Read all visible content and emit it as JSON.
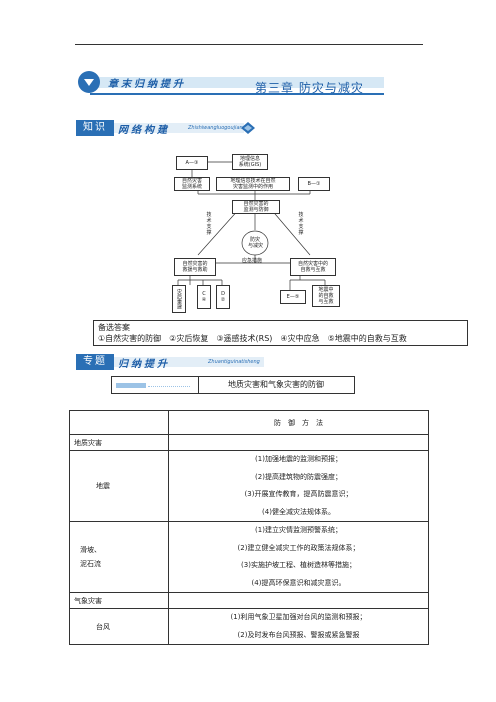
{
  "header": {
    "banner_label": "章末归纳提升",
    "chapter_title": "第三章  防灾与减灾"
  },
  "section1": {
    "label": "知识",
    "title": "网络构建",
    "subtitle": "Zhishiwangluogoujian"
  },
  "section2": {
    "label": "专题",
    "title": "归纳提升",
    "subtitle": "Zhuantiguinatisheng"
  },
  "diagram": {
    "a_box": "A—③",
    "gis_box": "地理信息\n系统(GIS)",
    "monitor_sys": "自然灾害\n监测系统",
    "geo_tech": "地理信息技术在自然\n灾害监测中的作用",
    "b_box": "B—①",
    "center_top": "自然灾害的\n监测与防御",
    "center_oval": "防灾\n与减灾",
    "rescue": "自然灾害的\n救援与救助",
    "emergency": "应急措施",
    "self_rescue": "自然灾害中的\n自救与互救",
    "tech_support_left": "技术支撑",
    "tech_support_right": "技术支撑",
    "small1": "灾后重建",
    "small2": "C\n④",
    "small3": "D\n②",
    "e_box": "E—⑤",
    "quake_box": "地震中\n的自救\n与互救"
  },
  "answers": {
    "title": "备选答案",
    "line": "①自然灾害的防御　②灾后恢复　③遥感技术(RS)　④灾中应急　⑤地震中的自救与互救"
  },
  "topic_title": "地质灾害和气象灾害的防御",
  "table": {
    "header": "防　御　方　法",
    "geo_group": "地质灾害",
    "quake": {
      "name": "地震",
      "lines": [
        "(1)加强地震的监测和预报；",
        "(2)提高建筑物的防震强度；",
        "(3)开展宣传教育，提高防震意识；",
        "(4)健全减灾法规体系。"
      ]
    },
    "landslide": {
      "name1": "滑坡、",
      "name2": "泥石流",
      "lines": [
        "(1)建立灾情监测预警系统；",
        "(2)建立健全减灾工作的政策法规体系；",
        "(3)实施护坡工程、植树造林等措施；",
        "(4)提高环保意识和减灾意识。"
      ]
    },
    "met_group": "气象灾害",
    "typhoon": {
      "name": "台风",
      "lines": [
        "(1)利用气象卫星加强对台风的监测和预报；",
        "(2)及时发布台风预报、警报或紧急警报"
      ]
    }
  },
  "colors": {
    "accent": "#2a6fb5",
    "light_band": "#d6e8f5"
  }
}
